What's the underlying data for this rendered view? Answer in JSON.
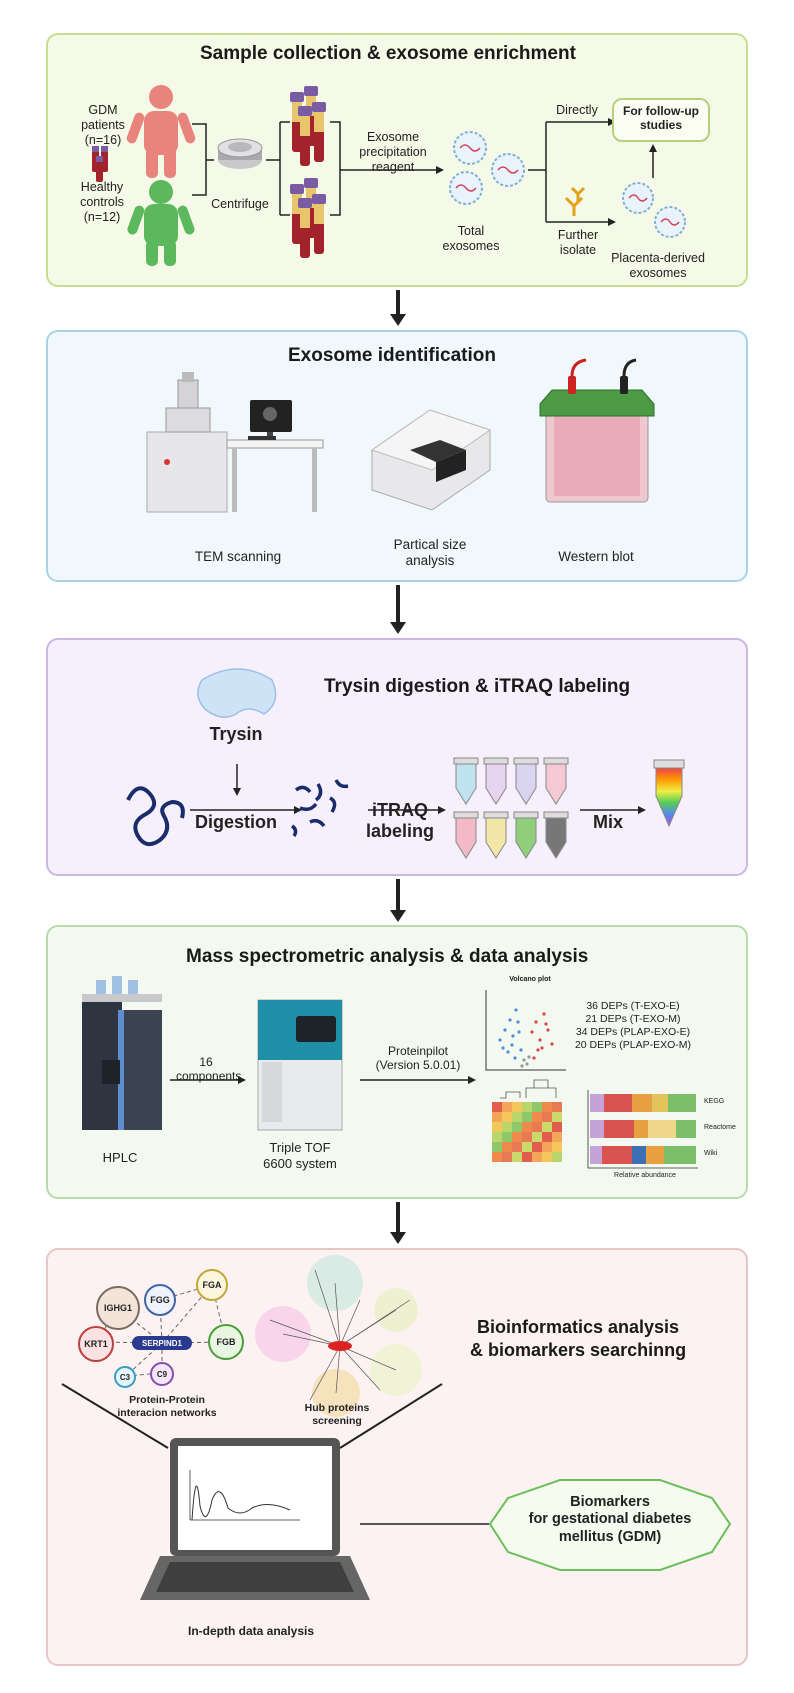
{
  "panel1": {
    "title": "Sample collection & exosome enrichment",
    "gdm_label": "GDM\npatients\n(n=16)",
    "healthy_label": "Healthy\ncontrols\n(n=12)",
    "centrifuge": "Centrifuge",
    "reagent": "Exosome\nprecipitation\nreagent",
    "total": "Total\nexosomes",
    "directly": "Directly",
    "followup": "For follow-up\nstudies",
    "further": "Further\nisolate",
    "placenta": "Placenta-derived\nexosomes"
  },
  "panel2": {
    "title": "Exosome identification",
    "tem": "TEM scanning",
    "partical": "Partical size\nanalysis",
    "western": "Western blot"
  },
  "panel3": {
    "title": "Trysin digestion & iTRAQ labeling",
    "trysin": "Trysin",
    "digestion": "Digestion",
    "itraq": "iTRAQ\nlabeling",
    "mix": "Mix"
  },
  "panel4": {
    "title": "Mass spectrometric analysis & data analysis",
    "components": "16\ncomponents",
    "proteinpilot": "Proteinpilot\n(Version 5.0.01)",
    "hplc": "HPLC",
    "tof": "Triple TOF\n6600 system",
    "volcano": "Volcano plot",
    "deps": "36 DEPs (T-EXO-E)\n21 DEPs (T-EXO-M)\n34 DEPs (PLAP-EXO-E)\n20 DEPs (PLAP-EXO-M)",
    "kegg": "KEGG",
    "reactome": "Reactome",
    "wiki": "Wiki",
    "relative": "Relative abundance"
  },
  "panel5": {
    "title": "Bioinformatics analysis\n& biomarkers searchinng",
    "nodes": [
      "IGHG1",
      "FGG",
      "FGA",
      "KRT1",
      "SERPIND1",
      "FGB",
      "C3",
      "C9"
    ],
    "ppi": "Protein-Protein\ninteracion networks",
    "hub": "Hub proteins\nscreening",
    "biomarkers": "Biomarkers\nfor gestational diabetes\nmellitus (GDM)",
    "indepth": "In-depth data analysis"
  },
  "colors": {
    "panel1_border": "#c9dd92",
    "panel2_border": "#a9d3e3",
    "panel3_border": "#cbb6e4",
    "panel4_border": "#b9dbab",
    "panel5_border": "#e7c6c6"
  }
}
